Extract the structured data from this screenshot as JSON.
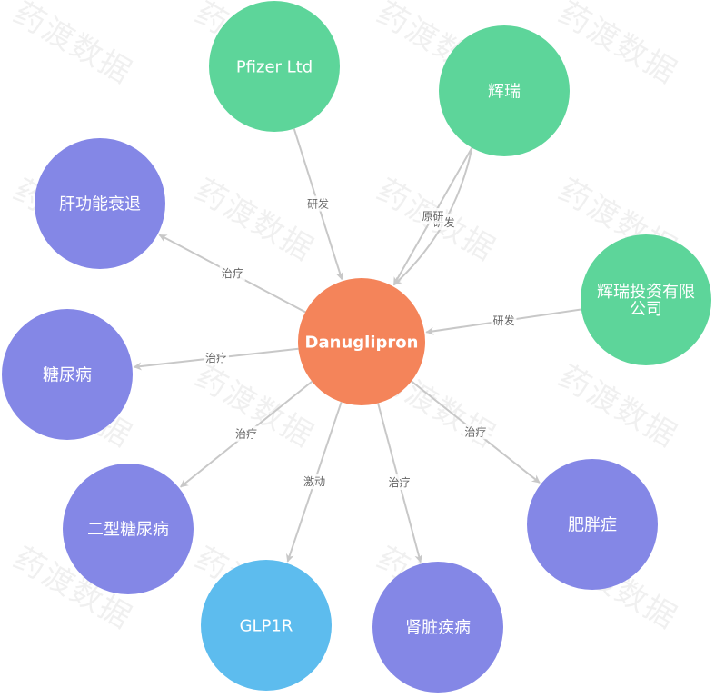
{
  "watermark": "药渡数据",
  "colors": {
    "drug": "#F4845A",
    "company": "#5DD59A",
    "disease": "#8487E6",
    "target": "#5DBCEE",
    "edge": "#C8C8C8",
    "edge_label": "#666666"
  },
  "nodes": [
    {
      "id": "danuglipron",
      "label": "Danuglipron",
      "type": "drug"
    },
    {
      "id": "pfizer-ltd",
      "label": "Pfizer Ltd",
      "type": "company"
    },
    {
      "id": "huirui",
      "label": "辉瑞",
      "type": "company"
    },
    {
      "id": "huirui-invest",
      "label": "辉瑞投资有限公司",
      "type": "company"
    },
    {
      "id": "liver-failure",
      "label": "肝功能衰退",
      "type": "disease"
    },
    {
      "id": "diabetes",
      "label": "糖尿病",
      "type": "disease"
    },
    {
      "id": "t2-diabetes",
      "label": "二型糖尿病",
      "type": "disease"
    },
    {
      "id": "glp1r",
      "label": "GLP1R",
      "type": "target"
    },
    {
      "id": "kidney-disease",
      "label": "肾脏疾病",
      "type": "disease"
    },
    {
      "id": "obesity",
      "label": "肥胖症",
      "type": "disease"
    }
  ],
  "edges": [
    {
      "source": "pfizer-ltd",
      "target": "danuglipron",
      "label": "研发"
    },
    {
      "source": "huirui",
      "target": "danuglipron",
      "label": "研发"
    },
    {
      "source": "huirui",
      "target": "danuglipron",
      "label": "原研"
    },
    {
      "source": "huirui-invest",
      "target": "danuglipron",
      "label": "研发"
    },
    {
      "source": "danuglipron",
      "target": "liver-failure",
      "label": "治疗"
    },
    {
      "source": "danuglipron",
      "target": "diabetes",
      "label": "治疗"
    },
    {
      "source": "danuglipron",
      "target": "t2-diabetes",
      "label": "治疗"
    },
    {
      "source": "danuglipron",
      "target": "glp1r",
      "label": "激动"
    },
    {
      "source": "danuglipron",
      "target": "kidney-disease",
      "label": "治疗"
    },
    {
      "source": "danuglipron",
      "target": "obesity",
      "label": "治疗"
    }
  ]
}
